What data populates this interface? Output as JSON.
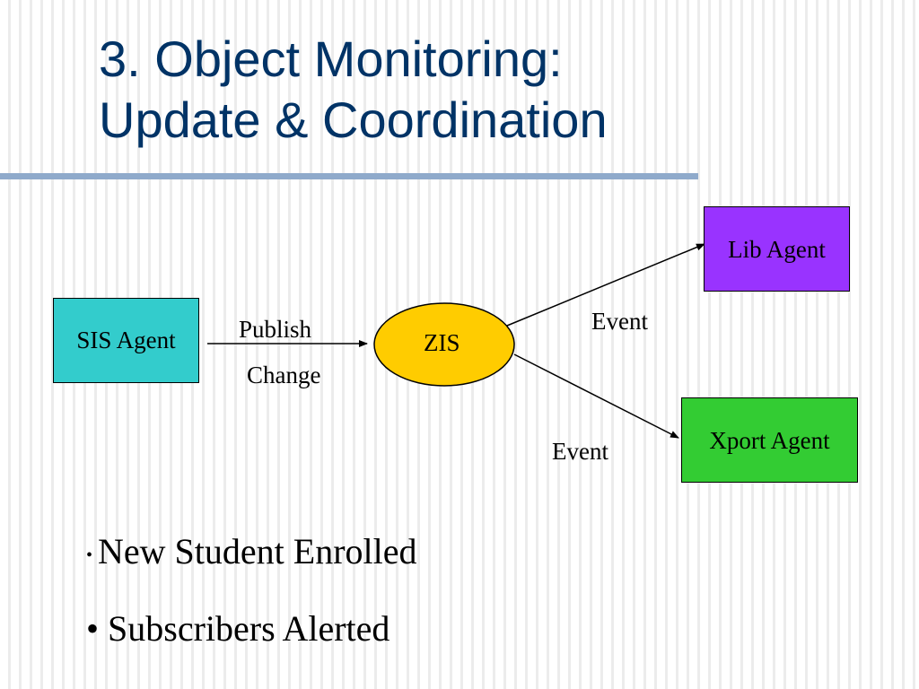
{
  "slide": {
    "title_line1": "3. Object Monitoring:",
    "title_line2": "Update & Coordination"
  },
  "diagram": {
    "nodes": {
      "sis": "SIS Agent",
      "zis": "ZIS",
      "lib": "Lib Agent",
      "xport": "Xport Agent"
    },
    "edge_labels": {
      "publish": "Publish",
      "change": "Change",
      "event_lib": "Event",
      "event_xport": "Event"
    }
  },
  "bullets": [
    "New Student Enrolled",
    "Subscribers Alerted"
  ],
  "colors": {
    "title": "#003366",
    "rule": "#8faacb",
    "sis_box": "#33cccc",
    "zis_ellipse": "#ffcc00",
    "lib_box": "#9933ff",
    "xport_box": "#33cc33"
  }
}
